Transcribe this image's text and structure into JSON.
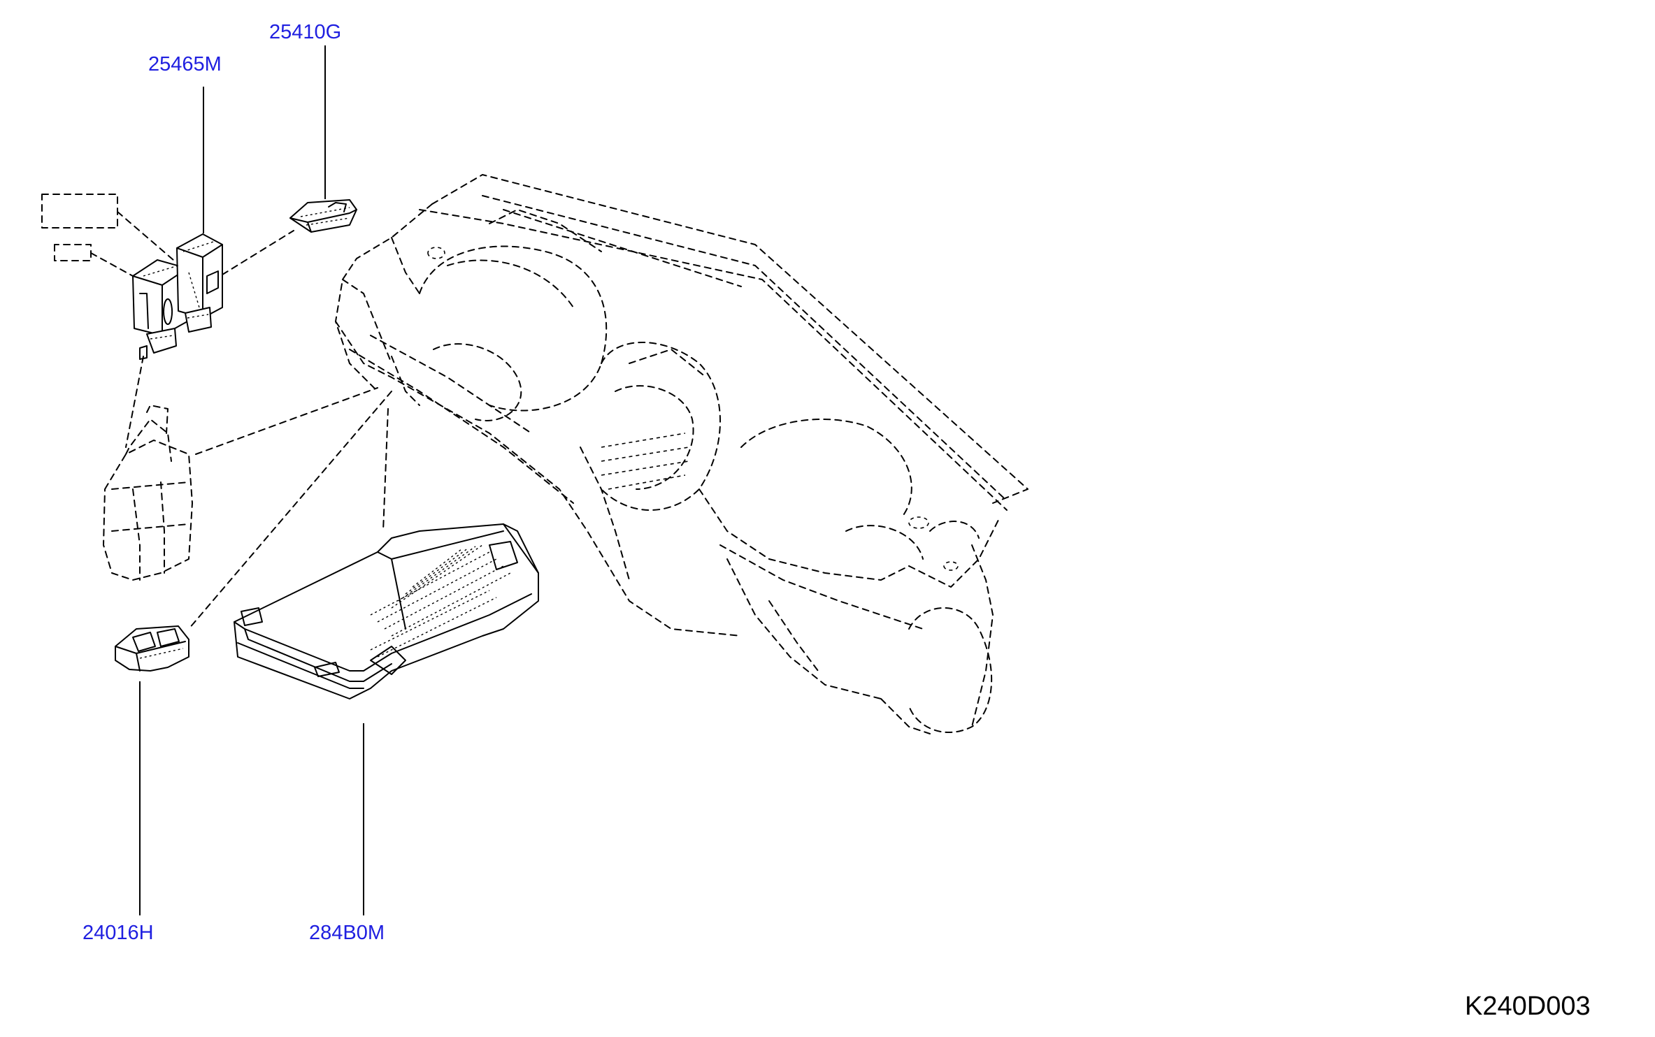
{
  "callouts": {
    "c25410G": "25410G",
    "c25465M": "25465M",
    "c24016H": "24016H",
    "c284B0M": "284B0M"
  },
  "diagram_code": "K240D003",
  "colors": {
    "callout_text": "#1f1fe0",
    "line_art": "#000000",
    "background": "#ffffff"
  }
}
